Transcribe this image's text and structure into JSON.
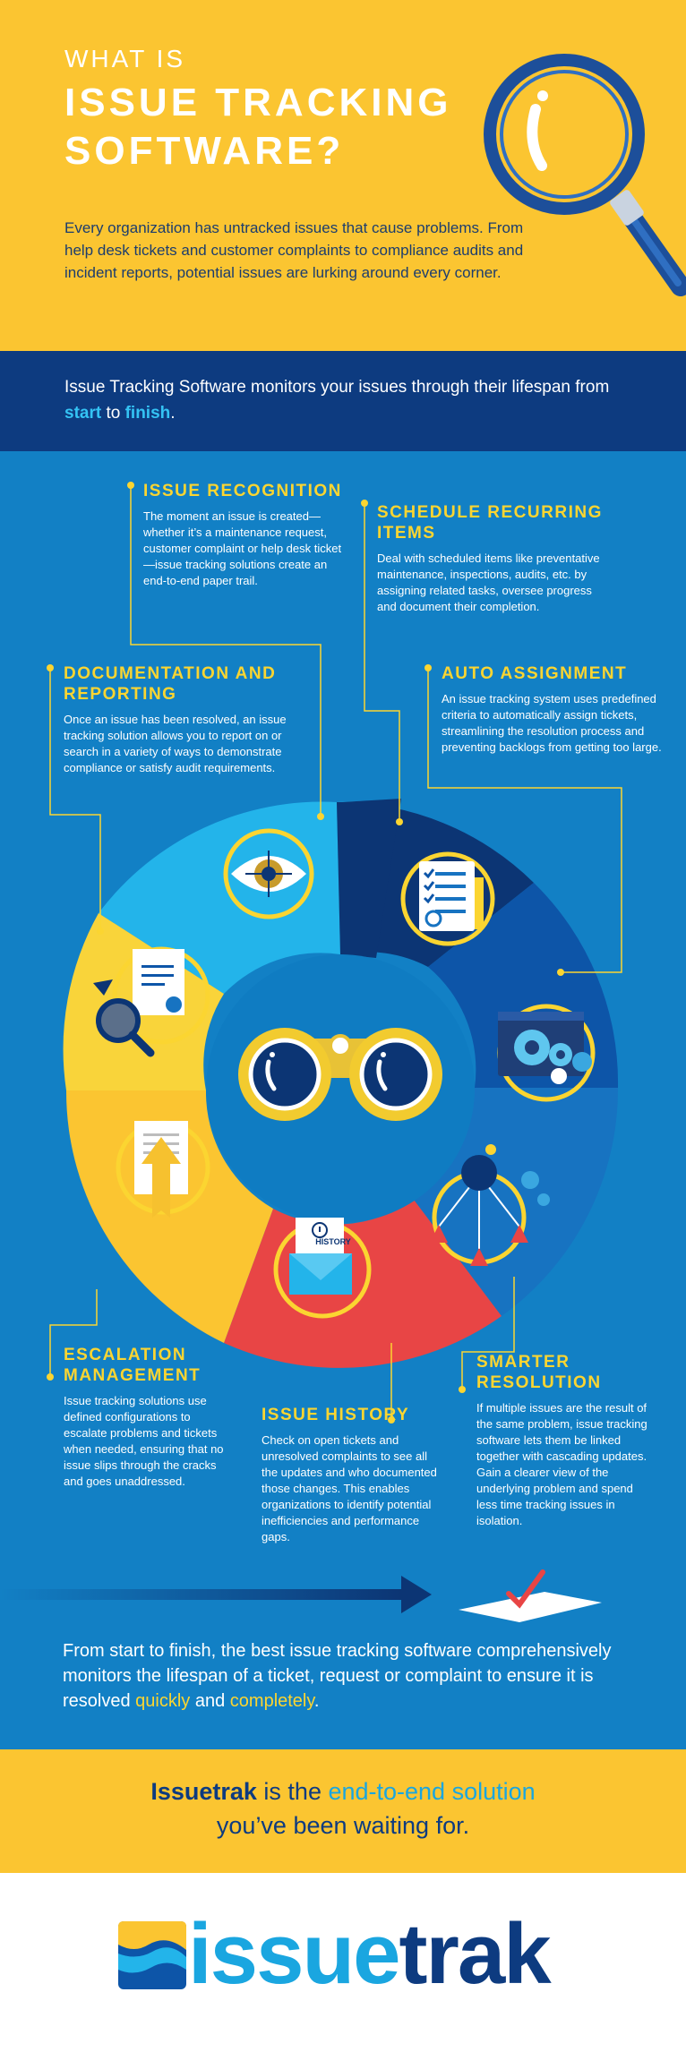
{
  "hero": {
    "kicker": "WHAT IS",
    "title": "ISSUE TRACKING SOFTWARE?",
    "body": "Every organization has untracked issues that cause problems. From help desk tickets and customer complaints to compliance audits and incident reports, potential issues are lurking around every corner.",
    "icon": "magnifying-glass-icon"
  },
  "monitor": {
    "prefix": "Issue Tracking Software monitors your issues through their lifespan from ",
    "start": "start",
    "middle": " to ",
    "finish": "finish",
    "suffix": "."
  },
  "sections": {
    "issue_recognition": {
      "title": "ISSUE RECOGNITION",
      "body": "The moment an issue is created—whether it’s a maintenance request, customer complaint or help desk ticket—issue tracking solutions create an end-to-end paper trail."
    },
    "schedule_recurring": {
      "title": "SCHEDULE RECURRING ITEMS",
      "body": "Deal with scheduled items like preventative maintenance, inspections, audits, etc. by assigning related tasks, oversee progress and document their completion."
    },
    "documentation": {
      "title": "DOCUMENTATION AND REPORTING",
      "body": "Once an issue has been resolved, an issue tracking solution allows you to report on or search in a variety of ways to demonstrate compliance or satisfy audit requirements."
    },
    "auto_assignment": {
      "title": "AUTO ASSIGNMENT",
      "body": "An issue tracking system uses predefined criteria to automatically assign tickets, streamlining the resolution process and preventing backlogs from getting too large."
    },
    "escalation": {
      "title": "ESCALATION MANAGEMENT",
      "body": "Issue tracking solutions use defined configurations to escalate problems and tickets when needed, ensuring that no issue slips through the cracks and goes unaddressed."
    },
    "issue_history": {
      "title": "ISSUE HISTORY",
      "body": "Check on open tickets and unresolved complaints to see all the updates and who documented those changes. This enables organizations to identify potential inefficiencies and performance gaps."
    },
    "smarter_resolution": {
      "title": "SMARTER RESOLUTION",
      "body": "If multiple issues are the result of the same problem, issue tracking software lets them be linked together with cascading updates. Gain a clearer view of the underlying problem and spend less time tracking issues in isolation."
    }
  },
  "wheel": {
    "history_label": "HISTORY",
    "colors": {
      "light_blue": "#23b4ea",
      "navy": "#0c3574",
      "royal": "#0d55a8",
      "mid_blue": "#1773c1",
      "red": "#e84545",
      "yellow": "#fbc531",
      "gold": "#f9d43a",
      "center": "#0f7cc2"
    }
  },
  "outro": {
    "prefix": "From start to finish, the best issue tracking software comprehensively monitors the lifespan of a ticket, request or complaint to ensure it is resolved ",
    "quickly": "quickly",
    "middle": " and ",
    "completely": "completely",
    "suffix": "."
  },
  "promo": {
    "brand": "Issuetrak",
    "mid": " is the ",
    "highlight": "end-to-end solution",
    "line2": "you’ve been waiting for."
  },
  "logo": {
    "issue": "issue",
    "trak": "trak"
  }
}
